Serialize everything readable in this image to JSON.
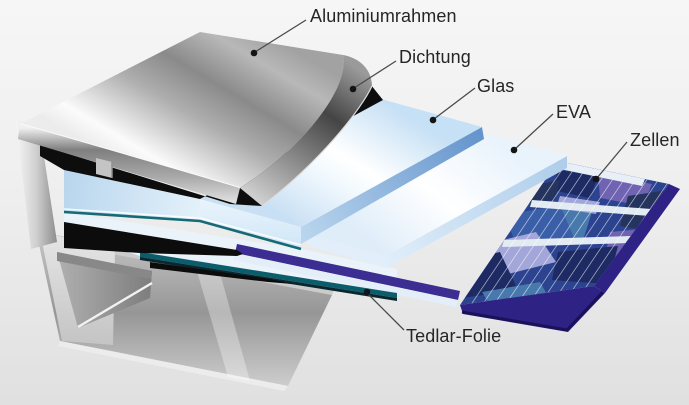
{
  "diagram": {
    "labels": {
      "frame": "Aluminiumrahmen",
      "seal": "Dichtung",
      "glass": "Glas",
      "encapsulant": "EVA",
      "cells": "Zellen",
      "backsheet": "Tedlar-Folie"
    },
    "colors": {
      "background": "#eeeeee",
      "frame_metal_light": "#f2f2f2",
      "frame_metal_dark": "#8a8a8a",
      "seal": "#0d0d0d",
      "glass_surface": "#d6e9f8",
      "glass_edge": "#6494cc",
      "eva_surface": "#f2f8fd",
      "cells_base": "#2c4390",
      "cells_edge_indigo": "#2e2285",
      "tedlar_teal": "#0c5d6c",
      "label_text": "#262626",
      "leader_line": "#4a4a4a"
    }
  }
}
